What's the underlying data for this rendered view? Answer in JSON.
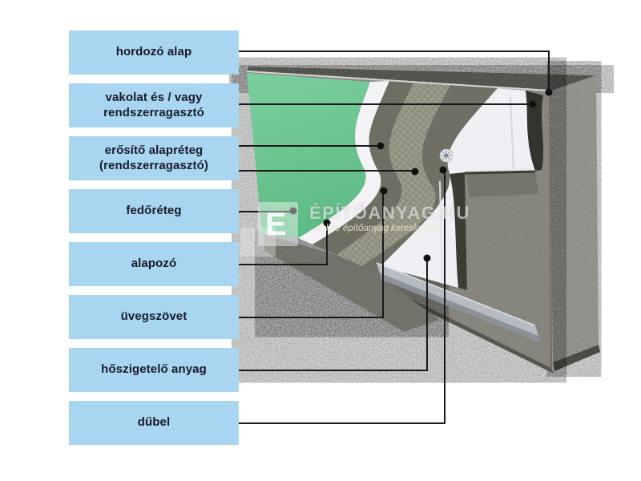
{
  "labels": [
    {
      "name": "hordozó alap",
      "lines": [
        "hordozó alap",
        ""
      ]
    },
    {
      "name": "vakolat és / vagy rendszerragasztó",
      "lines": [
        "vakolat és / vagy",
        "rendszerragasztó"
      ]
    },
    {
      "name": "erősítő alapréteg (rendszerragasztó)",
      "lines": [
        "erősítő alapréteg",
        "(rendszerragasztó)"
      ]
    },
    {
      "name": "fedőréteg",
      "lines": [
        "fedőréteg",
        ""
      ]
    },
    {
      "name": "alapozó",
      "lines": [
        "alapozó",
        ""
      ]
    },
    {
      "name": "üvegszövet",
      "lines": [
        "üvegszövet",
        ""
      ]
    },
    {
      "name": "hőszigetelő anyag",
      "lines": [
        "hőszigetelő anyag",
        ""
      ]
    },
    {
      "name": "dűbel",
      "lines": [
        "dűbel",
        ""
      ]
    }
  ],
  "watermark": {
    "logo_letter": "E",
    "title": "ÉPÍTŐANYAG.HU",
    "tagline": "online építőanyag kereskedés"
  },
  "colors": {
    "label_box": "#A8D6F0",
    "label_text": "#19192A",
    "leader_line": "#191919",
    "render_green": "#6FC492",
    "primer_white": "#F3F3F5",
    "base_coat_grey": "#6E6E62",
    "mesh_grey": "#8E8E7E",
    "insulation_white": "#EEF0F3",
    "adhesive_dark": "#34342E",
    "concrete_grey": "#A5A59F",
    "metal_rail": "#B6BCC1",
    "background": "#FFFFFF"
  }
}
